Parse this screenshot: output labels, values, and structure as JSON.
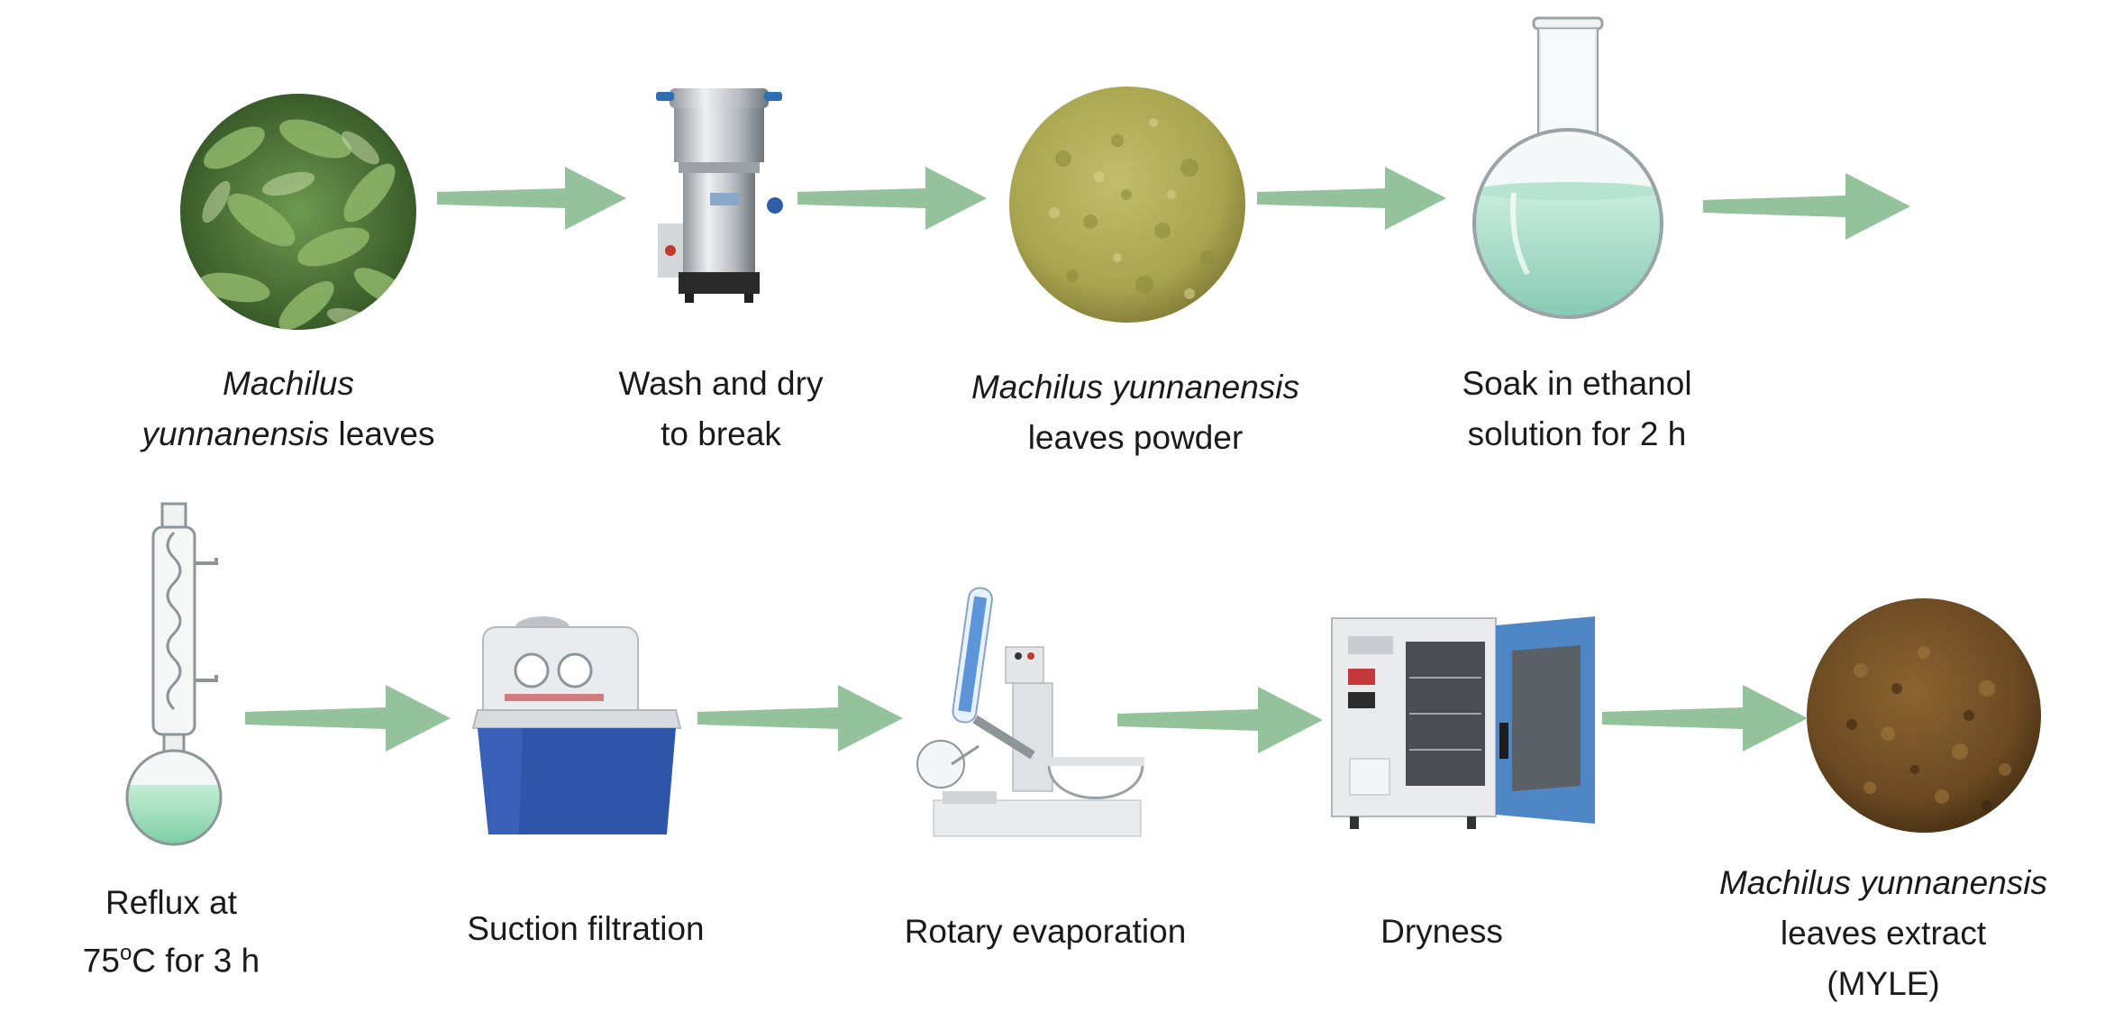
{
  "steps": [
    {
      "id": "leaves",
      "lines": [
        [
          {
            "t": "Machilus",
            "i": true
          }
        ],
        [
          {
            "t": "yunnanensis",
            "i": true
          },
          {
            "t": " leaves",
            "i": false
          }
        ]
      ]
    },
    {
      "id": "wash",
      "lines": [
        [
          {
            "t": "Wash and dry",
            "i": false
          }
        ],
        [
          {
            "t": "to break",
            "i": false
          }
        ]
      ]
    },
    {
      "id": "powder",
      "lines": [
        [
          {
            "t": "Machilus yunnanensis",
            "i": true
          }
        ],
        [
          {
            "t": "leaves powder",
            "i": false
          }
        ]
      ]
    },
    {
      "id": "soak",
      "lines": [
        [
          {
            "t": "Soak in ethanol",
            "i": false
          }
        ],
        [
          {
            "t": "solution for 2 h",
            "i": false
          }
        ]
      ]
    },
    {
      "id": "reflux",
      "lines": [
        [
          {
            "t": "Reflux at",
            "i": false
          }
        ],
        [
          {
            "t": "75",
            "i": false
          },
          {
            "t": "o",
            "i": false,
            "sup": true
          },
          {
            "t": "C for 3 h",
            "i": false
          }
        ]
      ]
    },
    {
      "id": "suction",
      "lines": [
        [
          {
            "t": "Suction filtration",
            "i": false
          }
        ]
      ]
    },
    {
      "id": "rotary",
      "lines": [
        [
          {
            "t": "Rotary evaporation",
            "i": false
          }
        ]
      ]
    },
    {
      "id": "dryness",
      "lines": [
        [
          {
            "t": "Dryness",
            "i": false
          }
        ]
      ]
    },
    {
      "id": "extract",
      "lines": [
        [
          {
            "t": "Machilus yunnanensis",
            "i": true
          }
        ],
        [
          {
            "t": "leaves extract",
            "i": false
          }
        ],
        [
          {
            "t": "(MYLE)",
            "i": false
          }
        ]
      ]
    }
  ],
  "colors": {
    "arrow": "#93c29b",
    "leaf": "#4d7a3a",
    "powder": "#a9a44e",
    "extract": "#6b4a22",
    "liquid": "#9fd6c4",
    "steel": "#c9ccd0",
    "pumpBlue": "#2f55a8",
    "ovenBlue": "#4f86c6"
  },
  "icons": [
    "leaf-photo",
    "grinder-icon",
    "powder-photo",
    "round-flask-icon",
    "reflux-condenser-icon",
    "vacuum-pump-icon",
    "rotary-evaporator-icon",
    "drying-oven-icon",
    "extract-photo"
  ]
}
